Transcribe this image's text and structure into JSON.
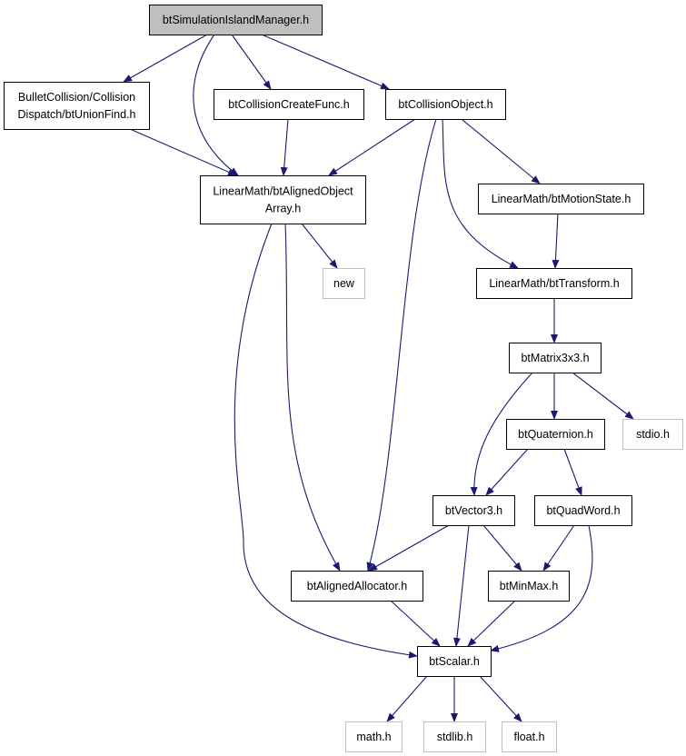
{
  "diagram": {
    "colors": {
      "edge": "#191970",
      "root_fill": "#bfbfbf",
      "node_fill": "#ffffff",
      "node_border": "#000000",
      "external_border": "#bfbfbf",
      "text": "#000000"
    },
    "nodes": [
      {
        "id": "root",
        "lines": [
          "btSimulationIslandManager.h"
        ],
        "style": "root"
      },
      {
        "id": "unionfind",
        "lines": [
          "BulletCollision/Collision",
          "Dispatch/btUnionFind.h"
        ],
        "style": "normal"
      },
      {
        "id": "createfunc",
        "lines": [
          "btCollisionCreateFunc.h"
        ],
        "style": "normal"
      },
      {
        "id": "collobj",
        "lines": [
          "btCollisionObject.h"
        ],
        "style": "normal"
      },
      {
        "id": "alignedarray",
        "lines": [
          "LinearMath/btAlignedObject",
          "Array.h"
        ],
        "style": "normal"
      },
      {
        "id": "motionstate",
        "lines": [
          "LinearMath/btMotionState.h"
        ],
        "style": "normal"
      },
      {
        "id": "new",
        "lines": [
          "new"
        ],
        "style": "external"
      },
      {
        "id": "transform",
        "lines": [
          "LinearMath/btTransform.h"
        ],
        "style": "normal"
      },
      {
        "id": "matrix",
        "lines": [
          "btMatrix3x3.h"
        ],
        "style": "normal"
      },
      {
        "id": "quaternion",
        "lines": [
          "btQuaternion.h"
        ],
        "style": "normal"
      },
      {
        "id": "stdio",
        "lines": [
          "stdio.h"
        ],
        "style": "external"
      },
      {
        "id": "vector3",
        "lines": [
          "btVector3.h"
        ],
        "style": "normal"
      },
      {
        "id": "quadword",
        "lines": [
          "btQuadWord.h"
        ],
        "style": "normal"
      },
      {
        "id": "allocator",
        "lines": [
          "btAlignedAllocator.h"
        ],
        "style": "normal"
      },
      {
        "id": "minmax",
        "lines": [
          "btMinMax.h"
        ],
        "style": "normal"
      },
      {
        "id": "scalar",
        "lines": [
          "btScalar.h"
        ],
        "style": "normal"
      },
      {
        "id": "math",
        "lines": [
          "math.h"
        ],
        "style": "external"
      },
      {
        "id": "stdlib",
        "lines": [
          "stdlib.h"
        ],
        "style": "external"
      },
      {
        "id": "float",
        "lines": [
          "float.h"
        ],
        "style": "external"
      }
    ],
    "edges": [
      {
        "from": "root",
        "to": "unionfind"
      },
      {
        "from": "root",
        "to": "alignedarray"
      },
      {
        "from": "root",
        "to": "createfunc"
      },
      {
        "from": "root",
        "to": "collobj"
      },
      {
        "from": "unionfind",
        "to": "alignedarray"
      },
      {
        "from": "createfunc",
        "to": "alignedarray"
      },
      {
        "from": "collobj",
        "to": "alignedarray"
      },
      {
        "from": "collobj",
        "to": "allocator"
      },
      {
        "from": "collobj",
        "to": "transform"
      },
      {
        "from": "collobj",
        "to": "motionstate"
      },
      {
        "from": "alignedarray",
        "to": "new"
      },
      {
        "from": "alignedarray",
        "to": "allocator"
      },
      {
        "from": "alignedarray",
        "to": "scalar"
      },
      {
        "from": "motionstate",
        "to": "transform"
      },
      {
        "from": "transform",
        "to": "matrix"
      },
      {
        "from": "matrix",
        "to": "quaternion"
      },
      {
        "from": "matrix",
        "to": "stdio"
      },
      {
        "from": "matrix",
        "to": "vector3"
      },
      {
        "from": "quaternion",
        "to": "vector3"
      },
      {
        "from": "quaternion",
        "to": "quadword"
      },
      {
        "from": "vector3",
        "to": "allocator"
      },
      {
        "from": "vector3",
        "to": "minmax"
      },
      {
        "from": "vector3",
        "to": "scalar"
      },
      {
        "from": "quadword",
        "to": "minmax"
      },
      {
        "from": "quadword",
        "to": "scalar"
      },
      {
        "from": "allocator",
        "to": "scalar"
      },
      {
        "from": "minmax",
        "to": "scalar"
      },
      {
        "from": "scalar",
        "to": "math"
      },
      {
        "from": "scalar",
        "to": "stdlib"
      },
      {
        "from": "scalar",
        "to": "float"
      }
    ]
  }
}
